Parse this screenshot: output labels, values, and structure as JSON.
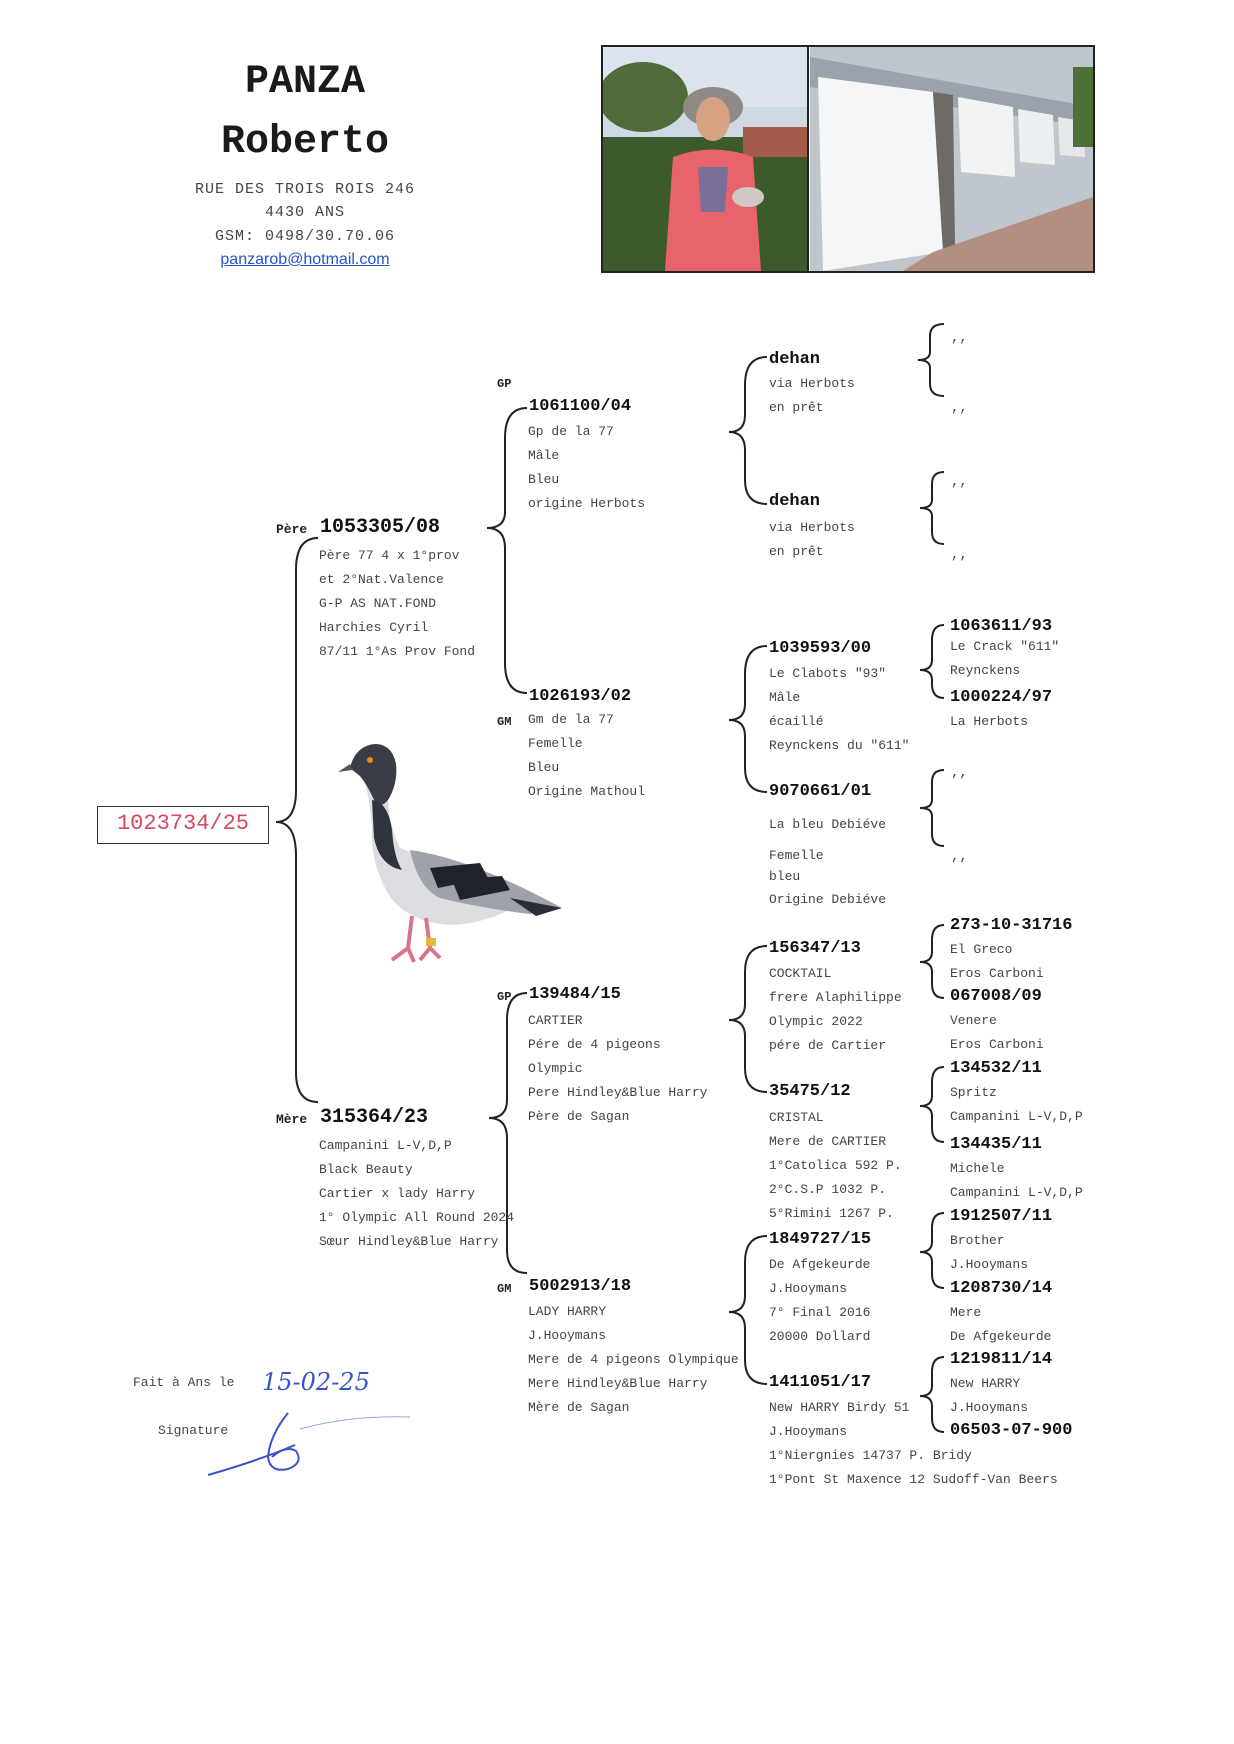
{
  "owner": {
    "last_name": "PANZA",
    "first_name": "Roberto",
    "street": "RUE DES TROIS ROIS 246",
    "city": "4430 ANS",
    "gsm": "GSM: 0498/30.70.06",
    "email": "panzarob@hotmail.com"
  },
  "subject_ring": "1023734/25",
  "father": {
    "label": "Père",
    "ring": "1053305/08",
    "notes": [
      "Père 77 4 x 1°prov",
      "et 2°Nat.Valence",
      "G-P AS NAT.FOND",
      "Harchies Cyril",
      "87/11  1°As Prov Fond"
    ]
  },
  "mother": {
    "label": "Mère",
    "ring": "315364/23",
    "notes": [
      "Campanini L-V,D,P",
      "Black Beauty",
      "Cartier x lady Harry",
      "1° Olympic All Round 2024",
      "Sœur Hindley&Blue Harry"
    ]
  },
  "gp1": {
    "tag": "GP",
    "ring": "1061100/04",
    "notes": [
      "Gp de la 77",
      "Mâle",
      "Bleu",
      "origine Herbots"
    ]
  },
  "gm1": {
    "tag": "GM",
    "ring": "1026193/02",
    "notes": [
      "Gm de la 77",
      "Femelle",
      "Bleu",
      " Origine Mathoul"
    ]
  },
  "gp2": {
    "tag": "GP",
    "ring": "139484/15",
    "notes": [
      "CARTIER",
      "Pére de 4 pigeons",
      "Olympic",
      "Pere Hindley&Blue Harry",
      "Père de Sagan"
    ]
  },
  "gm2": {
    "tag": "GM",
    "ring": "5002913/18",
    "notes": [
      "LADY HARRY",
      "J.Hooymans",
      "Mere de 4 pigeons Olympique",
      "Mere Hindley&Blue Harry",
      "Mère de Sagan"
    ]
  },
  "ggp_a": {
    "name": "dehan",
    "notes": [
      "via Herbots",
      "en prêt"
    ]
  },
  "ggm_a": {
    "name": "dehan",
    "notes": [
      "via Herbots",
      "en prêt"
    ]
  },
  "ggp_b": {
    "ring": "1039593/00",
    "notes": [
      "Le Clabots \"93\"",
      "Mâle",
      "écaillé",
      "Reynckens du \"611\""
    ]
  },
  "ggm_b": {
    "ring": "9070661/01",
    "notes": [
      "La  bleu Debiéve",
      "Femelle",
      "      bleu",
      " Origine Debiéve"
    ]
  },
  "ggp_c": {
    "ring": "156347/13",
    "notes": [
      "COCKTAIL",
      "frere Alaphilippe",
      "Olympic 2022",
      "pére de Cartier"
    ]
  },
  "ggm_c": {
    "ring": "35475/12",
    "notes": [
      "CRISTAL",
      "Mere de CARTIER",
      "1°Catolica 592 P.",
      "2°C.S.P 1032 P.",
      "5°Rimini 1267 P."
    ]
  },
  "ggp_d": {
    "ring": "1849727/15",
    "notes": [
      "De Afgekeurde",
      "J.Hooymans",
      "7° Final 2016",
      "20000 Dollard"
    ]
  },
  "ggm_d": {
    "ring": "1411051/17",
    "notes": [
      "New HARRY Birdy 51",
      "J.Hooymans",
      "1°Niergnies 14737 P. Bridy",
      "1°Pont St Maxence 12 Sudoff-Van Beers"
    ]
  },
  "g4": {
    "quote": ",,",
    "b_p_ring": "1063611/93",
    "b_p_notes": [
      "Le Crack \"611\"",
      "  Reynckens"
    ],
    "b_m_ring": "1000224/97",
    "b_m_notes": [
      "La Herbots"
    ],
    "c1_p_ring": "273-10-31716",
    "c1_p_notes": [
      "El Greco",
      "Eros Carboni"
    ],
    "c1_m_ring": "067008/09",
    "c1_m_notes": [
      "Venere",
      "Eros Carboni"
    ],
    "c2_p_ring": "134532/11",
    "c2_p_notes": [
      "Spritz",
      "Campanini L-V,D,P"
    ],
    "c2_m_ring": "134435/11",
    "c2_m_notes": [
      "Michele",
      "Campanini L-V,D,P"
    ],
    "d1_p_ring": "1912507/11",
    "d1_p_notes": [
      "Brother",
      "J.Hooymans"
    ],
    "d1_m_ring": "1208730/14",
    "d1_m_notes": [
      "Mere",
      "De Afgekeurde"
    ],
    "d2_p_ring": "1219811/14",
    "d2_p_notes": [
      "New HARRY",
      "J.Hooymans"
    ],
    "d2_m_ring": "06503-07-900"
  },
  "footer": {
    "place_label": "Fait à  Ans le",
    "date_handwritten": "15-02-25",
    "signature_label": "Signature"
  },
  "colors": {
    "ring_box": "#d9465e",
    "email": "#2255cc",
    "ink": "#333333"
  }
}
